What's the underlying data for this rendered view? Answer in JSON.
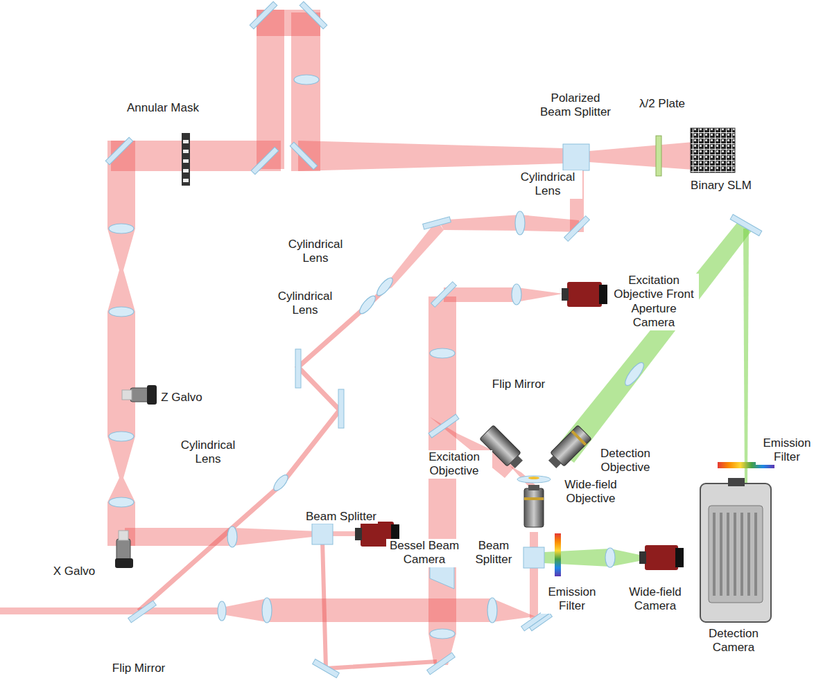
{
  "diagram": {
    "labels": [
      "Annular Mask",
      "Polarized Beam Splitter",
      "λ/2 Plate",
      "Binary SLM",
      "Cylindrical Lens",
      "Cylindrical Lens",
      "Cylindrical Lens",
      "Excitation Objective Front Aperture Camera",
      "Z Galvo",
      "Flip Mirror",
      "Cylindrical Lens",
      "Excitation Objective",
      "Detection Objective",
      "Emission Filter",
      "Wide-field Objective",
      "Beam Splitter",
      "Bessel Beam Camera",
      "Beam Splitter",
      "X Galvo",
      "Emission Filter",
      "Wide-field Camera",
      "Detection Camera",
      "Flip Mirror"
    ]
  }
}
